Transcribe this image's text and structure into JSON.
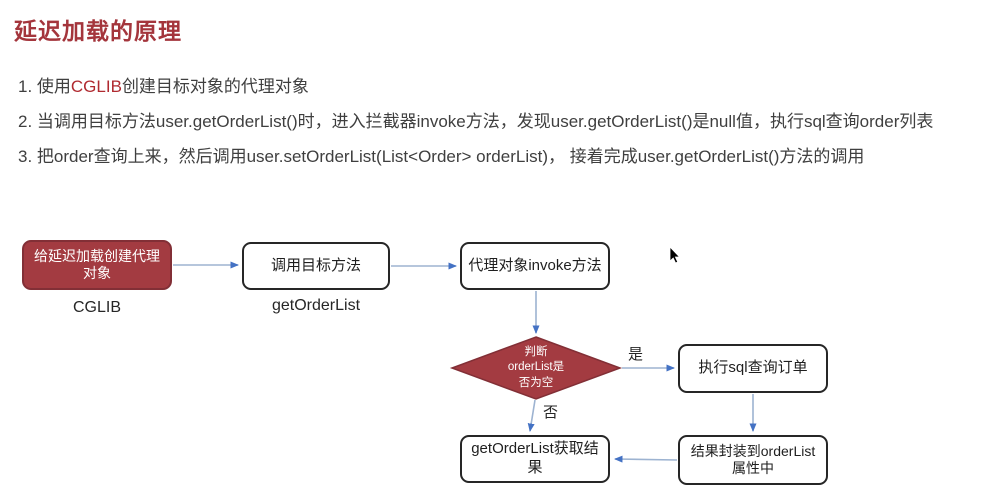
{
  "page": {
    "title": "延迟加载的原理"
  },
  "notes": [
    {
      "prefix": "1. 使用",
      "highlight": "CGLIB",
      "suffix": "创建目标对象的代理对象"
    },
    {
      "text": "2. 当调用目标方法user.getOrderList()时，进入拦截器invoke方法，发现user.getOrderList()是null值，执行sql查询order列表"
    },
    {
      "text": "3. 把order查询上来，然后调用user.setOrderList(List<Order> orderList)， 接着完成user.getOrderList()方法的调用"
    }
  ],
  "flowchart": {
    "nodes": {
      "create_proxy": {
        "label": "给延迟加载创建代理对象",
        "caption": "CGLIB"
      },
      "call_target": {
        "label": "调用目标方法",
        "caption": "getOrderList"
      },
      "invoke_box": {
        "label": "代理对象invoke方法"
      },
      "decision": {
        "lines": [
          "判断",
          "orderList是",
          "否为空"
        ]
      },
      "exec_sql": {
        "label": "执行sql查询订单"
      },
      "wrap_result": {
        "label": "结果封装到orderList属性中"
      },
      "get_result": {
        "label": "getOrderList获取结果"
      }
    },
    "edge_labels": {
      "yes": "是",
      "no": "否"
    }
  },
  "colors": {
    "title_red": "#A4353C",
    "shape_red_fill": "#A33B41",
    "shape_red_border": "#822F36",
    "highlight_red": "#B02A30",
    "body_text": "#3F3F3F",
    "box_border": "#262626",
    "connector_line": "#9DB3D1",
    "arrowhead": "#4472C4"
  }
}
